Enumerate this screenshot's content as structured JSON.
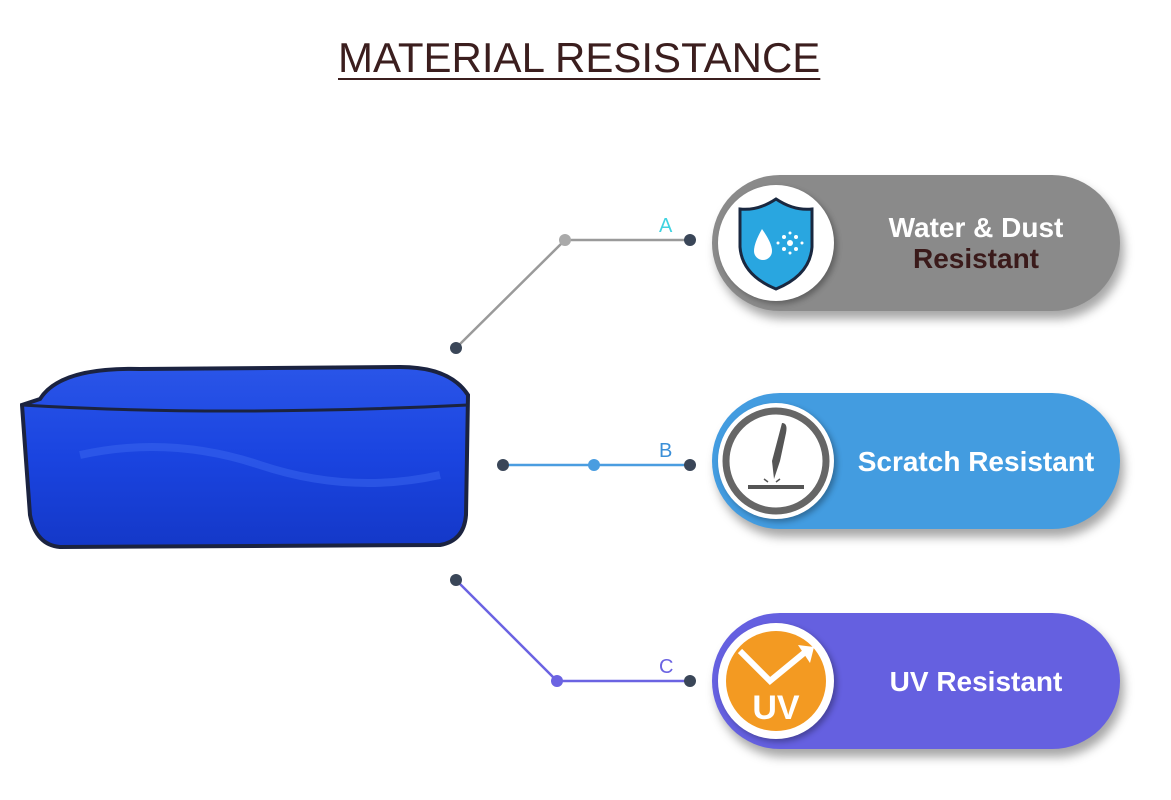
{
  "title": "MATERIAL RESISTANCE",
  "features": [
    {
      "letter": "A",
      "line1": "Water & Dust",
      "line2": "Resistant",
      "icon": "water-dust-shield-icon",
      "color": "#8a8a8a",
      "line_color": "#9a9a9a",
      "letter_color": "#3fd3e0"
    },
    {
      "letter": "B",
      "line1": "Scratch Resistant",
      "icon": "scratch-tool-icon",
      "color": "#439ce0",
      "line_color": "#4a9de0",
      "letter_color": "#3a8fd8"
    },
    {
      "letter": "C",
      "line1": "UV Resistant",
      "icon": "uv-sun-icon",
      "color": "#6560e0",
      "line_color": "#6b63e2",
      "letter_color": "#6b63e2"
    }
  ]
}
